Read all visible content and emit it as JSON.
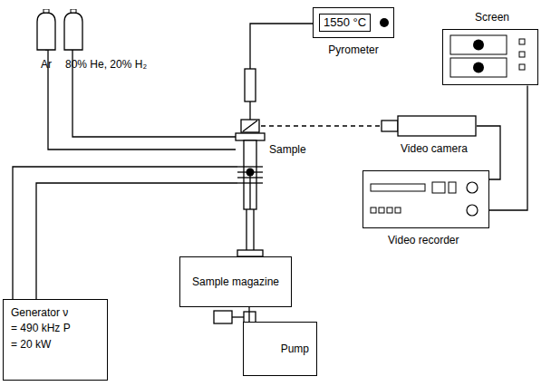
{
  "diagram": {
    "nodes": [
      {
        "text": [
          "1550 °C",
          "Pyrometer"
        ]
      },
      {
        "text": [
          "Screen"
        ]
      },
      {
        "text": [
          "Ar"
        ]
      },
      {
        "text": [
          "80% He, 20% H₂"
        ]
      },
      {
        "text": [
          "Video camera"
        ]
      },
      {
        "text": [
          "Video recorder"
        ]
      },
      {
        "text": [
          "Sample magazine"
        ]
      },
      {
        "text": [
          "Pump"
        ]
      },
      {
        "text": [
          "Generator ν = 490 kHz P = 20 kW"
        ]
      }
    ],
    "edges": [
      {
        "from": 4,
        "to": 5,
        "arrow": "none"
      },
      {
        "from": 5,
        "to": 1,
        "arrow": "none"
      },
      {
        "from": 6,
        "to": 7,
        "arrow": "none"
      }
    ],
    "labels": [
      "Sample"
    ]
  }
}
